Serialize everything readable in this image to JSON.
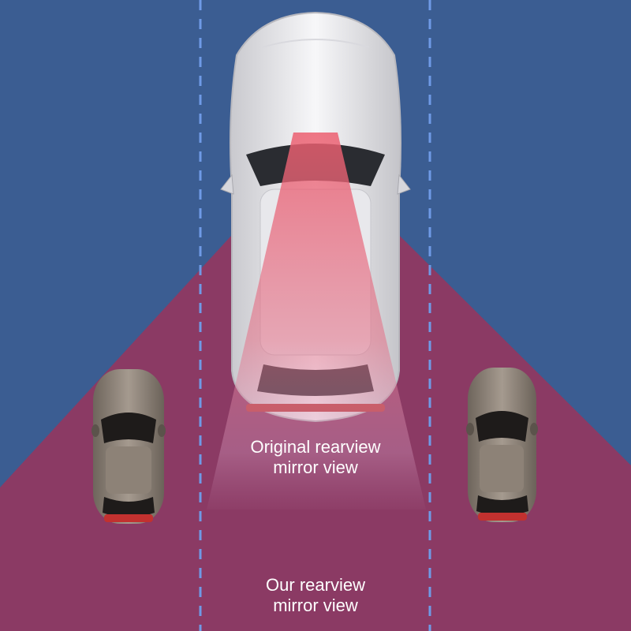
{
  "labels": {
    "original_line1": "Original rearview",
    "original_line2": "mirror view",
    "ours_line1": "Our rearview",
    "ours_line2": "mirror view"
  },
  "colors": {
    "road": "#3b5d92",
    "wide_view": "#8b3a64",
    "narrow_view": "#e65a6a",
    "lane_marking": "#6f9ae6",
    "main_car": "#ededf0",
    "side_car": "#8f8479"
  },
  "icons": {
    "main_car": "car-top-view-icon",
    "side_cars": "car-top-view-icon"
  }
}
